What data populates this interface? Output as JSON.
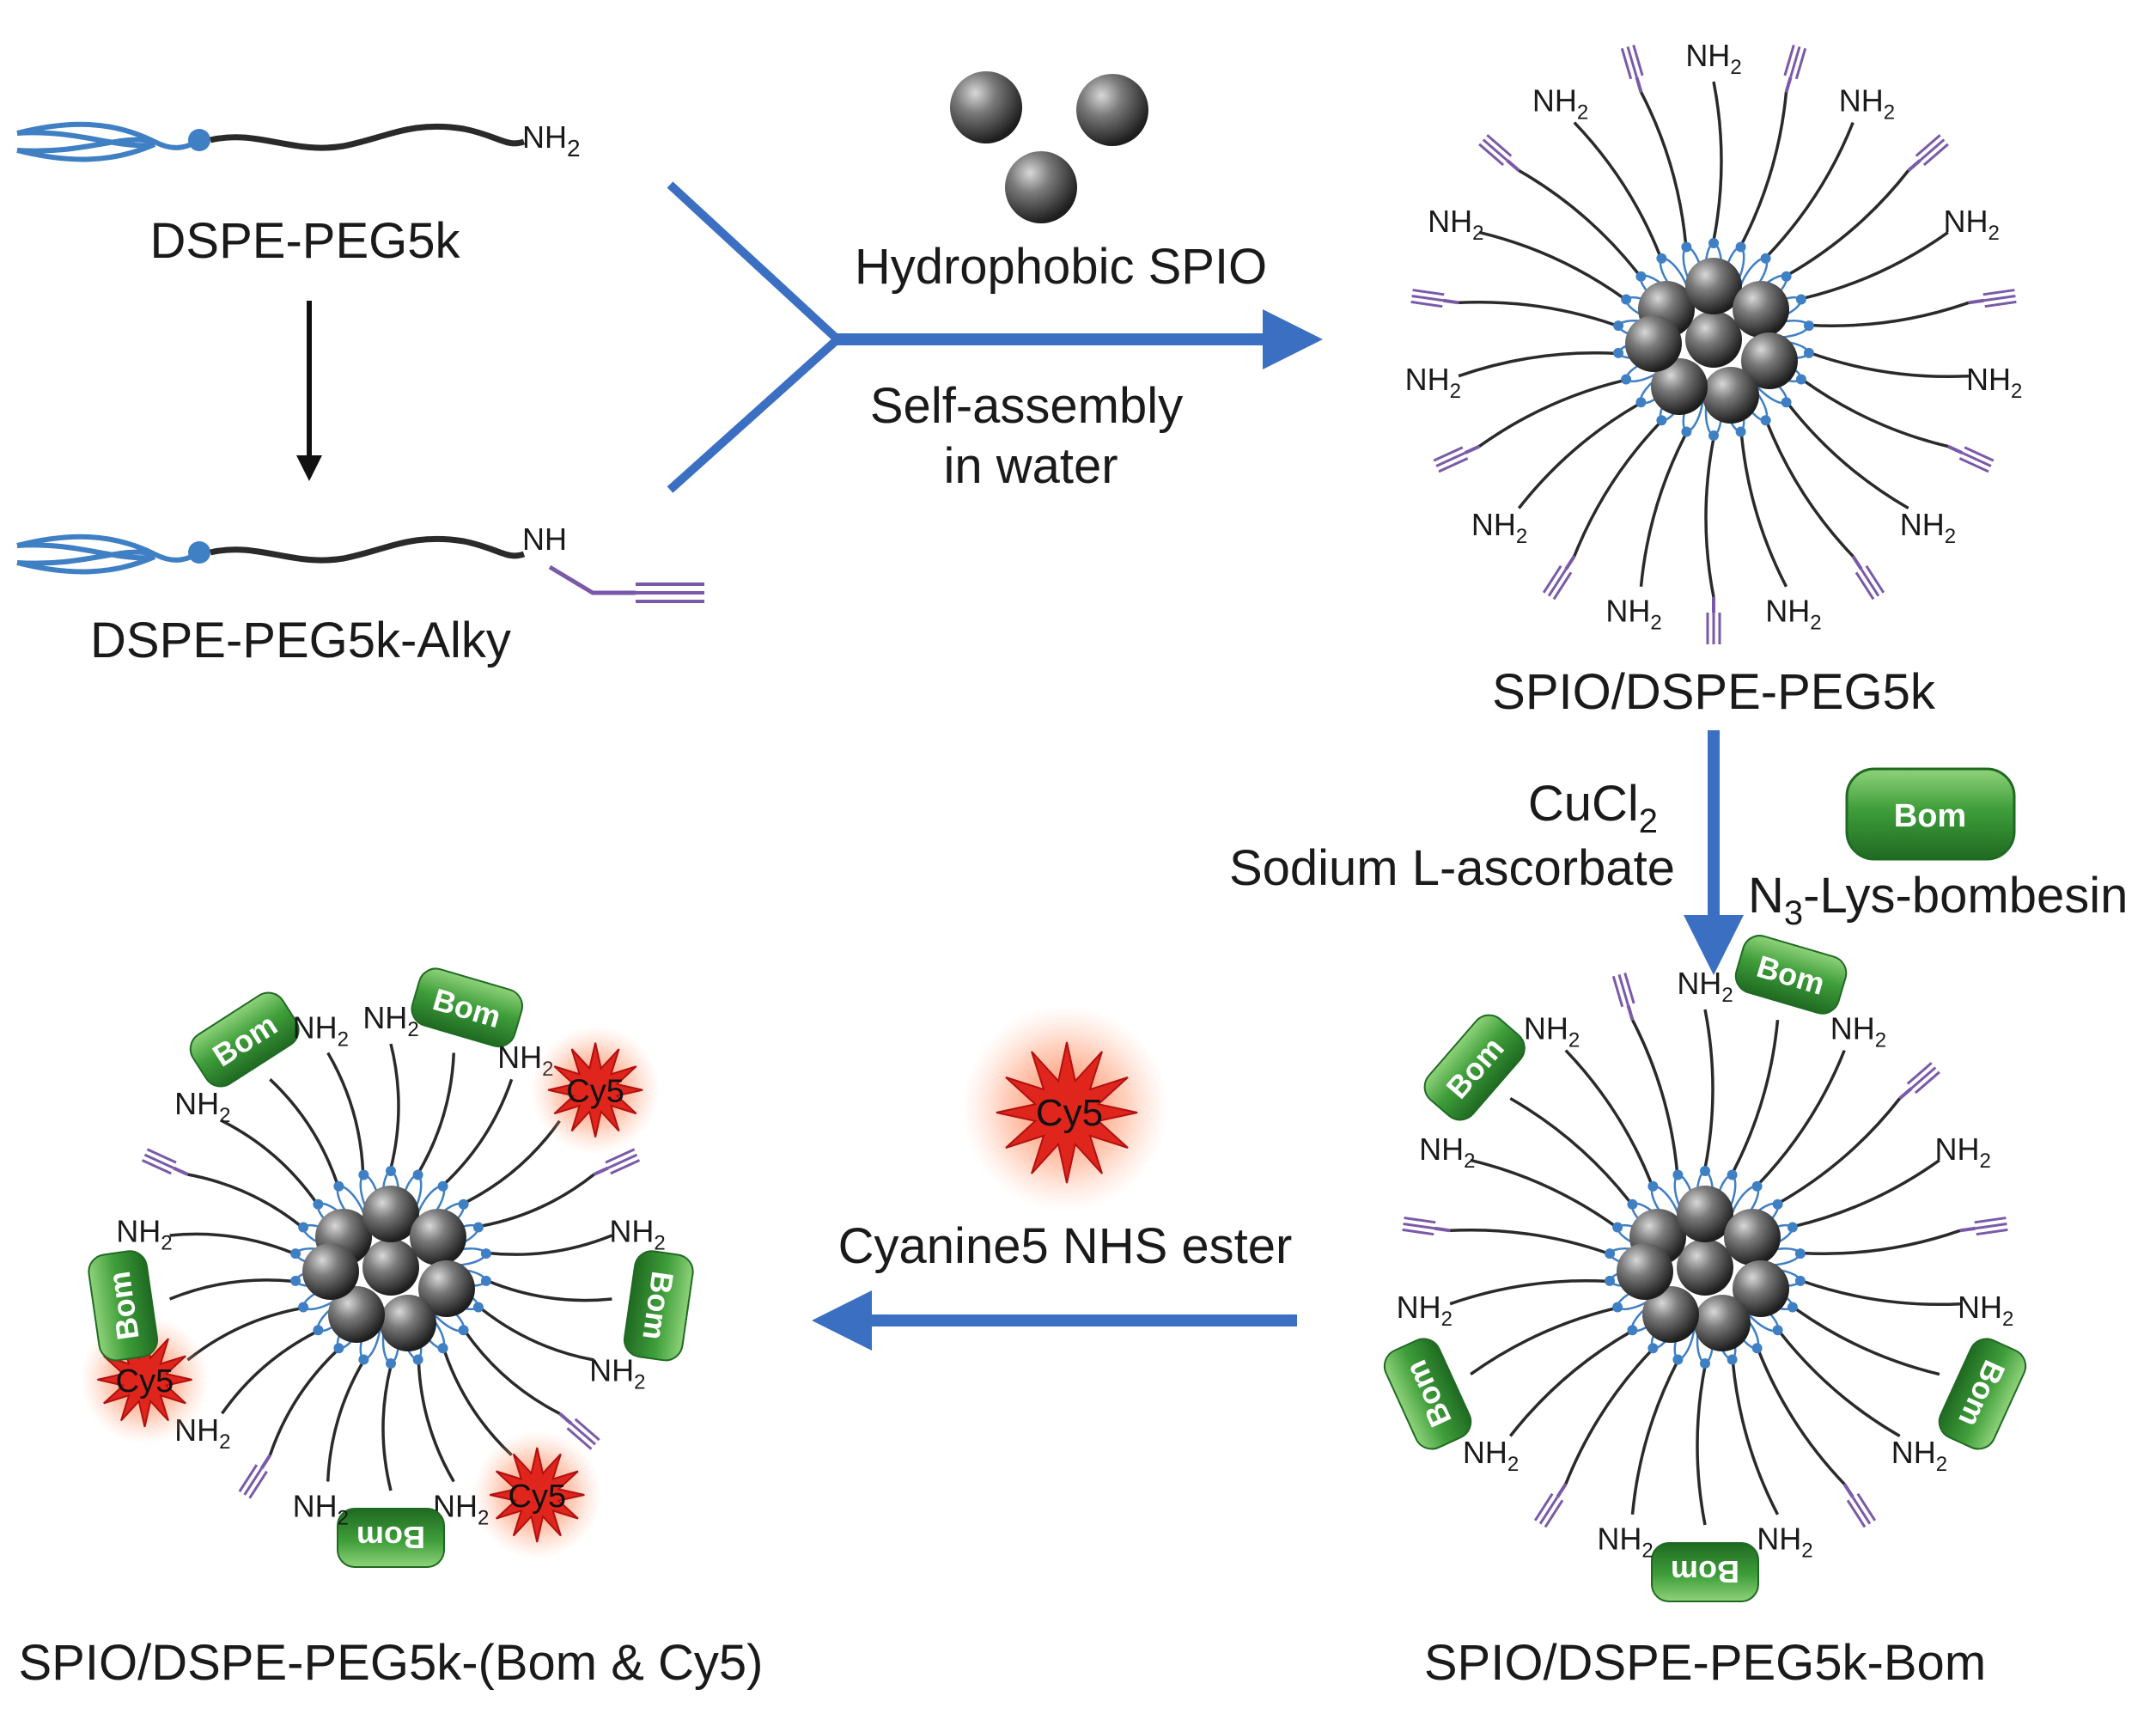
{
  "labels": {
    "dspe": "DSPE-PEG5k",
    "dspe_alky": "DSPE-PEG5k-Alky",
    "spio_label": "Hydrophobic SPIO",
    "self_assembly": "Self-assembly",
    "in_water": "in water",
    "micelle1": "SPIO/DSPE-PEG5k",
    "reagent_cucl": "CuCl",
    "reagent_cucl_sub": "2",
    "reagent_asc": "Sodium L-ascorbate",
    "bom_reagent": "N",
    "bom_reagent_sub": "3",
    "bom_reagent_rest": "-Lys-bombesin",
    "micelle2": "SPIO/DSPE-PEG5k-Bom",
    "cy5_reagent": "Cyanine5 NHS ester",
    "micelle3": "SPIO/DSPE-PEG5k-(Bom & Cy5)"
  },
  "groups": {
    "nh2": "NH",
    "nh2_sub": "2",
    "nh": "NH",
    "bom": "Bom",
    "cy5": "Cy5"
  },
  "colors": {
    "lipid": "#3f7fc4",
    "arrow": "#3b6fc2",
    "alkyne": "#7a5aa8",
    "bom_fill": "#3f9e3a",
    "cy5_fill": "#e0261c",
    "peg": "#2a2a2a"
  }
}
